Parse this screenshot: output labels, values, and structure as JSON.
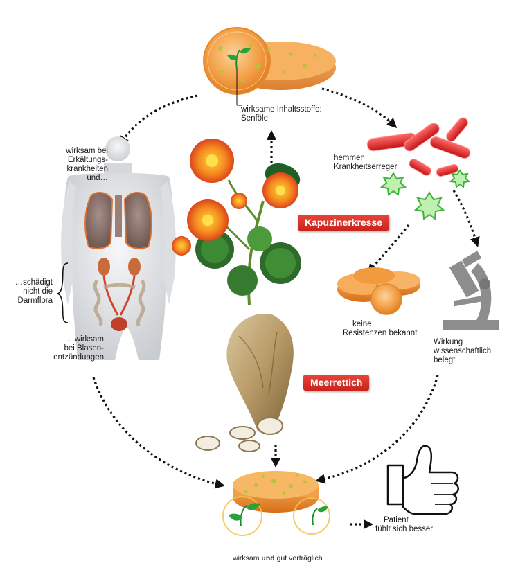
{
  "colors": {
    "tablet": "#f4a24a",
    "tag_red": "#d8322a",
    "bacteria": "#e02424",
    "germ_green": "#4cc24a",
    "microscope": "#8a8a8a"
  },
  "icons": [
    "tablet-icon",
    "nasturtium-icon",
    "horseradish-icon",
    "body-icon",
    "bacteria-icon",
    "microscope-icon",
    "thumbs-up-icon"
  ],
  "labels": {
    "inhaltsstoffe": [
      "wirksame Inhaltsstoffe:",
      "Senföle"
    ],
    "erkaeltung": [
      "wirksam bei",
      "Erkältungs-",
      "krankheiten",
      "und…"
    ],
    "darmflora": [
      "…schädigt",
      "nicht die",
      "Darmflora"
    ],
    "blasen": [
      "…wirksam",
      "bei Blasen-",
      "entzündungen"
    ],
    "erreger": [
      "hemmen",
      "Krankheitserreger"
    ],
    "resistenzen": [
      "keine",
      "Resistenzen bekannt"
    ],
    "wirkung": [
      "Wirkung",
      "wissenschaftlich",
      "belegt"
    ],
    "patient": [
      "Patient",
      "fühlt sich besser"
    ]
  },
  "tags": {
    "kapuzinerkresse": "Kapuzinerkresse",
    "meerrettich": "Meerrettich"
  },
  "footer": {
    "part1": "wirksam ",
    "bold": "und",
    "part2": " gut verträglich"
  }
}
